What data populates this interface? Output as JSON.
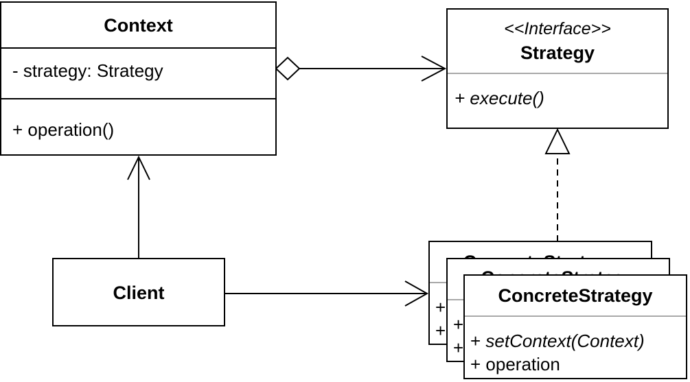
{
  "context": {
    "title": "Context",
    "attribute": "- strategy: Strategy",
    "operation": "+ operation()"
  },
  "strategy": {
    "stereotype": "<<Interface>>",
    "title": "Strategy",
    "operation": "+ execute()"
  },
  "client": {
    "title": "Client"
  },
  "concrete_strategy": {
    "title": "ConcreteStrategy",
    "method_prefix": "+",
    "method_name": "setContext(Context)",
    "operation": "+ operation",
    "stack_marker": "+"
  },
  "colors": {
    "border": "#000000",
    "divider_grey": "#a8a8a8",
    "background": "#ffffff"
  }
}
